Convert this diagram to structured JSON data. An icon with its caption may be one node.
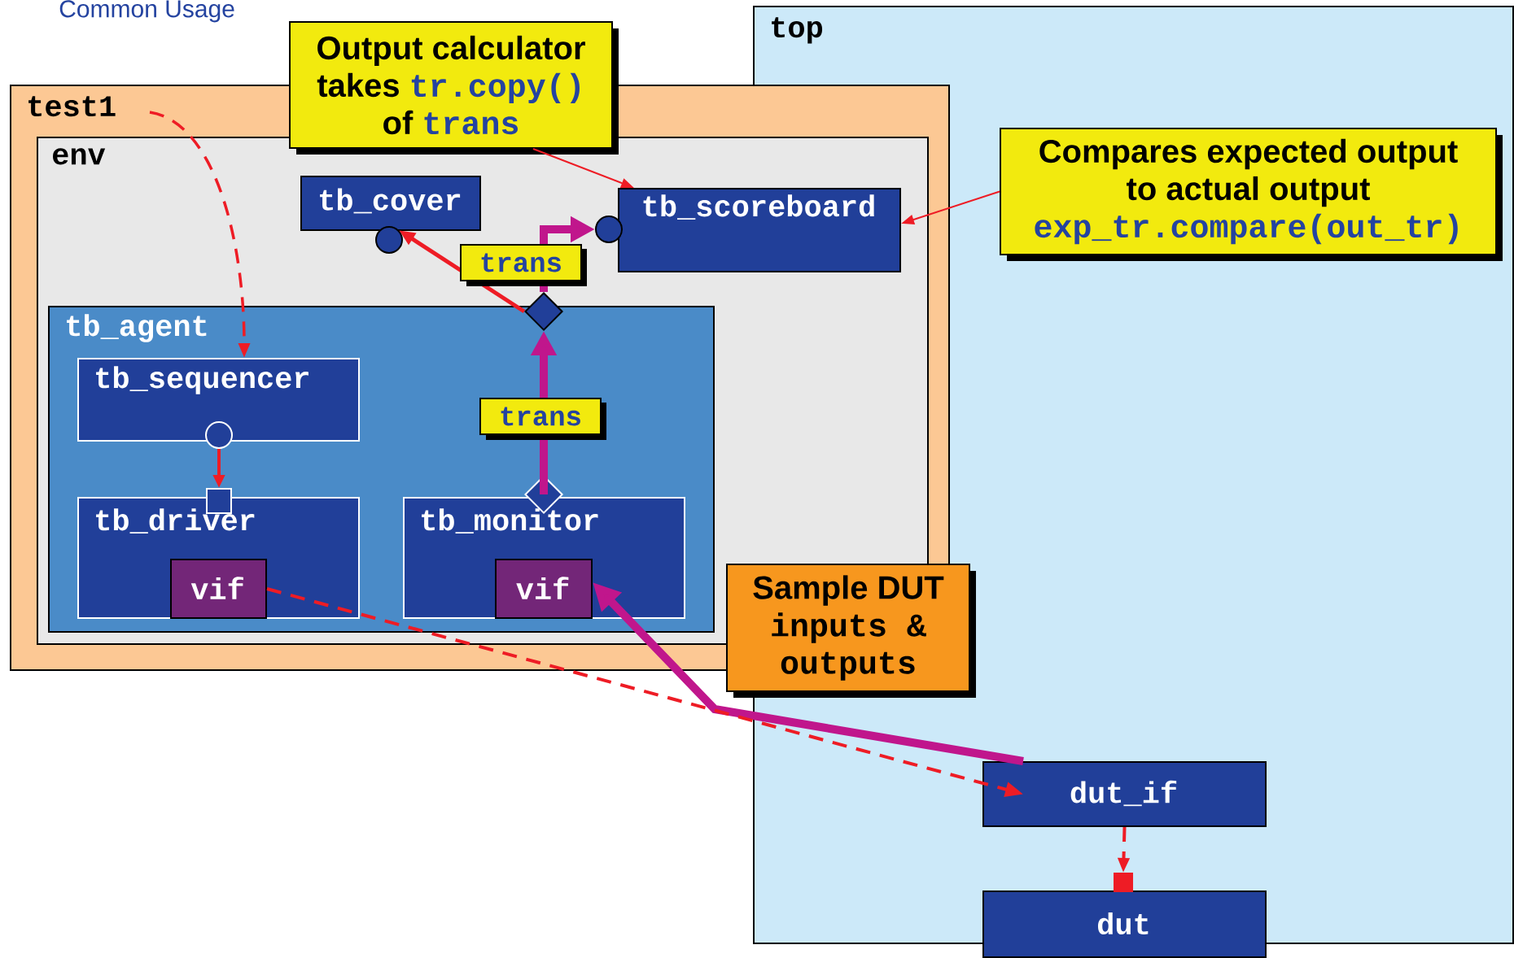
{
  "diagram": {
    "title": "Common Usage",
    "nodes": [
      {
        "text": [
          "top"
        ]
      },
      {
        "text": [
          "test1"
        ]
      },
      {
        "text": [
          "env"
        ],
        "in": 1
      },
      {
        "text": [
          "tb_cover"
        ],
        "in": 2
      },
      {
        "text": [
          "tb_scoreboard"
        ],
        "in": 2
      },
      {
        "text": [
          "tb_agent"
        ],
        "in": 2
      },
      {
        "text": [
          "tb_sequencer"
        ],
        "in": 5
      },
      {
        "text": [
          "tb_driver"
        ],
        "in": 5
      },
      {
        "text": [
          "vif"
        ],
        "in": 7
      },
      {
        "text": [
          "tb_monitor"
        ],
        "in": 5
      },
      {
        "text": [
          "vif"
        ],
        "in": 9
      },
      {
        "text": [
          "Output calculator takes",
          "tr.copy()",
          "of",
          "trans"
        ]
      },
      {
        "text": [
          "Compares expected output to actual output",
          "exp_tr.compare(out_tr)"
        ],
        "in": 0
      },
      {
        "text": [
          "Sample DUT",
          "inputs & outputs"
        ]
      },
      {
        "text": [
          "dut_if"
        ],
        "in": 0
      },
      {
        "text": [
          "dut"
        ],
        "in": 0
      },
      {
        "text": [],
        "shape": "circle",
        "in": 2
      },
      {
        "text": [],
        "shape": "circle",
        "in": 2
      },
      {
        "text": [],
        "shape": "circle",
        "in": 5
      },
      {
        "text": [],
        "shape": "box",
        "in": 5
      },
      {
        "text": [],
        "shape": "diamond",
        "in": 2
      },
      {
        "text": [],
        "shape": "diamond",
        "in": 5
      },
      {
        "text": [],
        "shape": "box",
        "in": 0
      }
    ],
    "edges": [
      {
        "from": 1,
        "to": 6,
        "arrow": "to",
        "style": "dashed"
      },
      {
        "from": 18,
        "to": 19,
        "arrow": "to"
      },
      {
        "from": 21,
        "to": 20,
        "arrow": "to",
        "label": "trans",
        "style": "thick",
        "color": "#c0168c"
      },
      {
        "from": 20,
        "to": 16,
        "arrow": "to"
      },
      {
        "from": 20,
        "to": 17,
        "arrow": "to",
        "label": "trans",
        "style": "thick",
        "color": "#c0168c"
      },
      {
        "from": 11,
        "to": 4,
        "arrow": "to"
      },
      {
        "from": 12,
        "to": 4,
        "arrow": "to"
      },
      {
        "from": 14,
        "to": 10,
        "arrow": "to",
        "style": "thick",
        "color": "#c0168c"
      },
      {
        "from": 8,
        "to": 14,
        "arrow": "to",
        "style": "dashed"
      },
      {
        "from": 14,
        "to": 22,
        "arrow": "to",
        "style": "dashed"
      }
    ]
  }
}
